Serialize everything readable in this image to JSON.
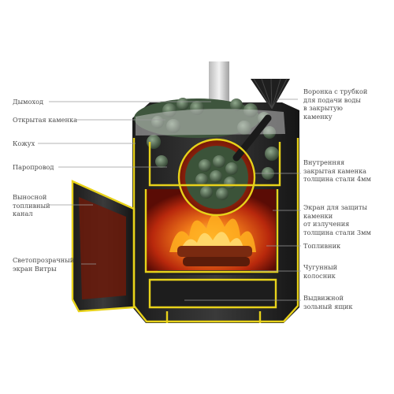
{
  "labels": {
    "chimney": "Дымоход",
    "open_heater": "Открытая каменка",
    "casing": "Кожух",
    "steam_line": "Паропровод",
    "fuel_channel": [
      "Выносной",
      "топливный",
      "канал"
    ],
    "glass_screen": [
      "Светопрозрачный",
      "экран Витры"
    ],
    "funnel": [
      "Воронка с трубкой",
      "для подачи воды",
      "в закрытую",
      "каменку"
    ],
    "inner_heater": [
      "Внутренняя",
      "закрытая каменка",
      "толщина стали 4мм"
    ],
    "screen": [
      "Экран для защиты",
      "каменки",
      "от излучения",
      "толщина стали 3мм"
    ],
    "firebox": "Топливник",
    "grate": [
      "Чугунный",
      "колосник"
    ],
    "ash_box": [
      "Выдвижной",
      "зольный ящик"
    ]
  },
  "colors": {
    "outline": "#e8d21a",
    "steel": "#2a2a2a",
    "fire": "#e04a10",
    "stones": "#4f6b4e",
    "text": "#4a4a4a",
    "leader": "#9a9a9a"
  }
}
